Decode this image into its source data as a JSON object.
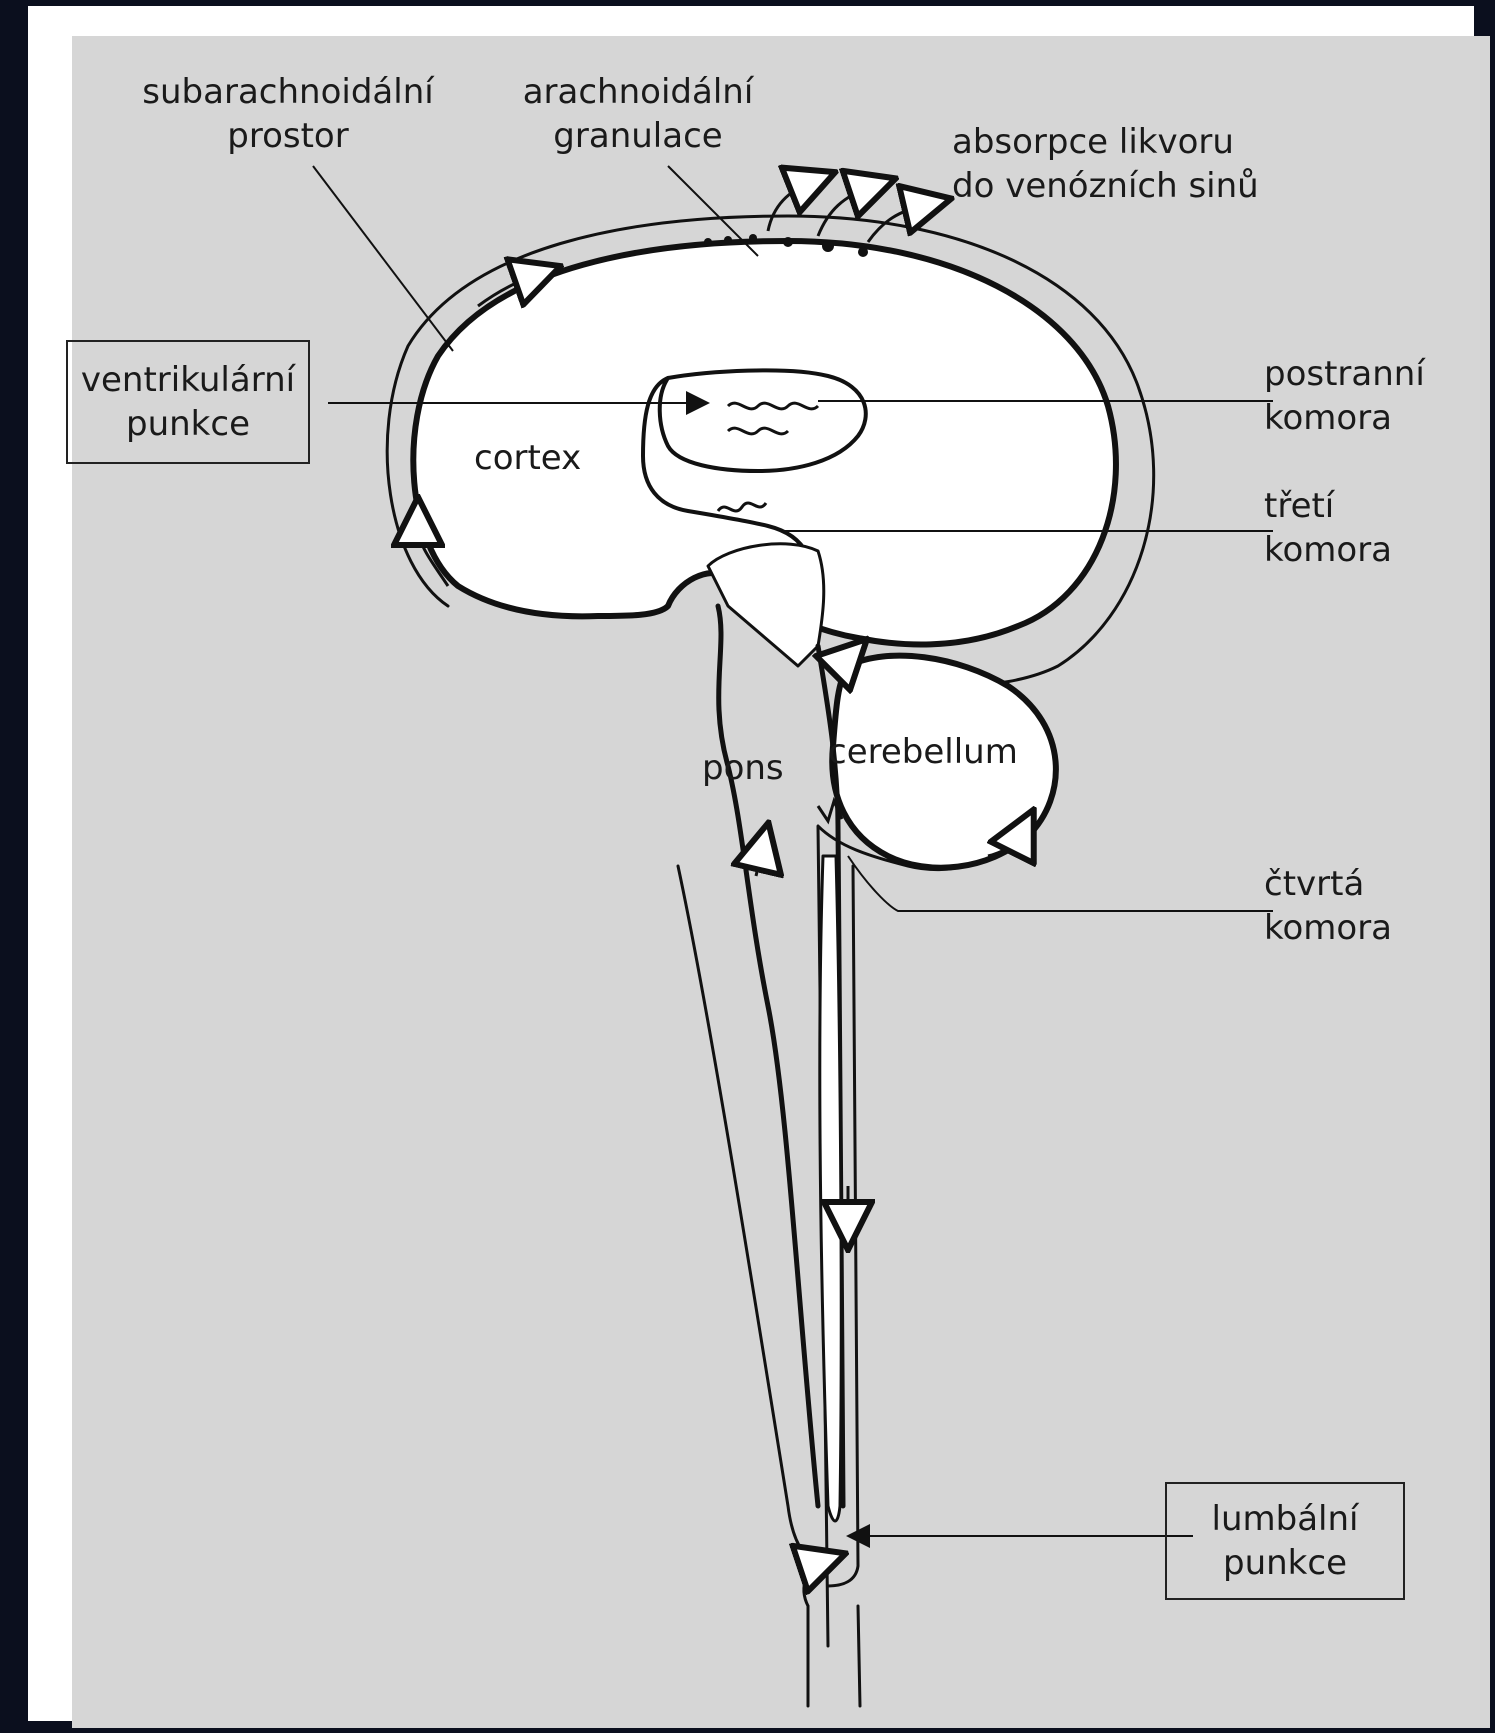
{
  "labels": {
    "subarachnoid": [
      "subarachnoidální",
      "prostor"
    ],
    "granulations": [
      "arachnoidální",
      "granulace"
    ],
    "absorption": [
      "absorpce likvoru",
      "do venózních sinů"
    ],
    "ventricular_puncture": [
      "ventrikulární",
      "punkce"
    ],
    "cortex": "cortex",
    "lateral_ventricle": [
      "postranní",
      "komora"
    ],
    "third_ventricle": [
      "třetí",
      "komora"
    ],
    "pons": "pons",
    "cerebellum": "cerebellum",
    "fourth_ventricle": [
      "čtvrtá",
      "komora"
    ],
    "lumbar_puncture": [
      "lumbální",
      "punkce"
    ]
  }
}
